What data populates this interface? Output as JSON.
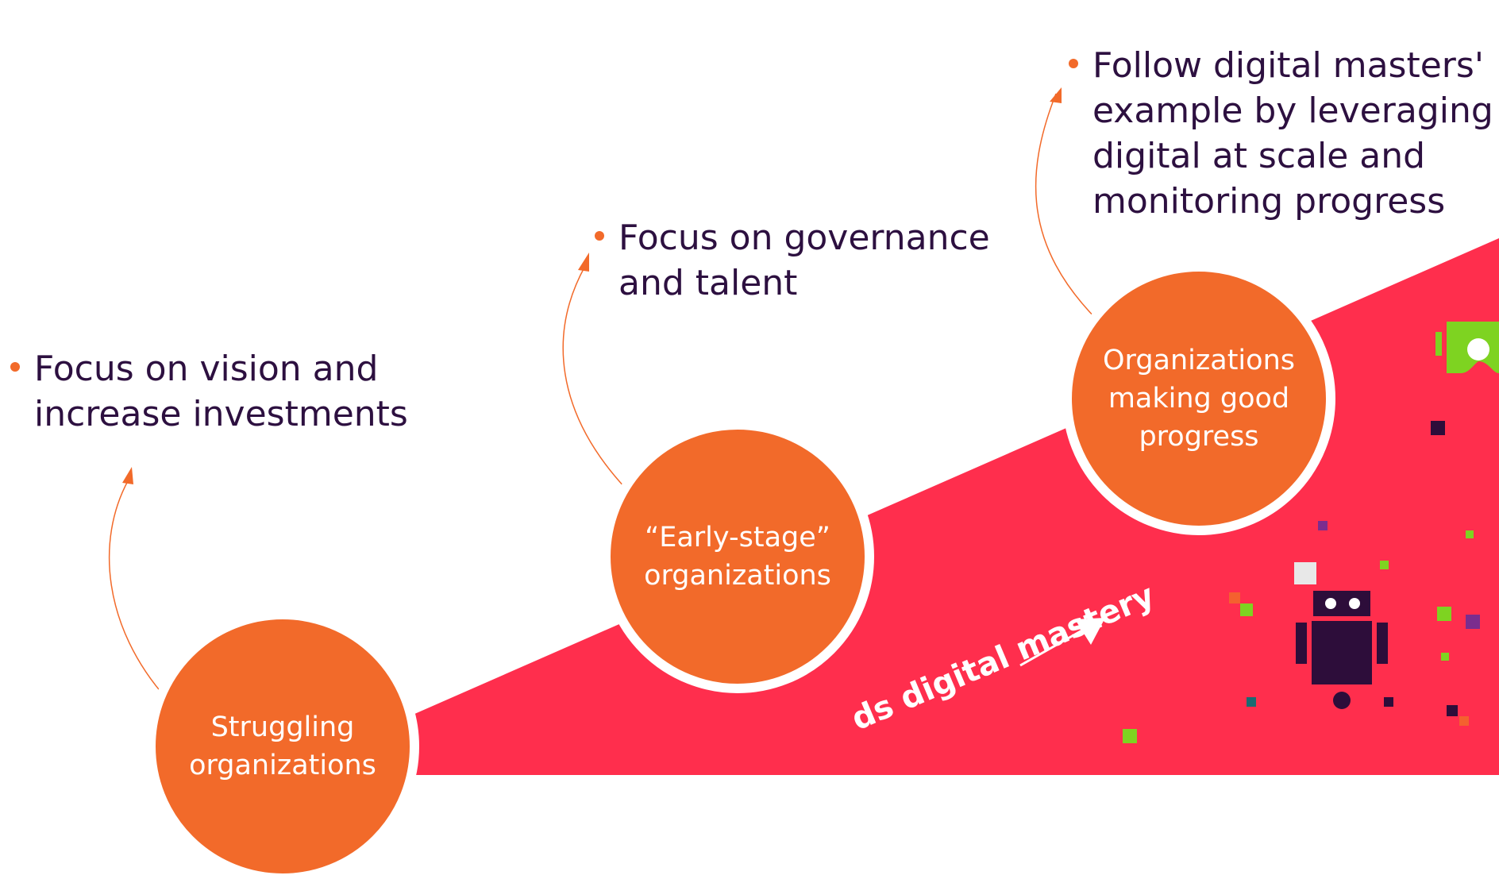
{
  "stages": [
    {
      "label_lines": [
        "Struggling",
        "organizations"
      ],
      "action_lines": [
        "Focus on vision and",
        "increase investments"
      ]
    },
    {
      "label_lines": [
        "“Early-stage”",
        "organizations"
      ],
      "action_lines": [
        "Focus on governance",
        "and talent"
      ]
    },
    {
      "label_lines": [
        "Organizations",
        "making good",
        "progress"
      ],
      "action_lines": [
        "Follow digital masters'",
        "example by leveraging",
        "digital at scale and",
        "monitoring progress"
      ]
    }
  ],
  "ramp_text": "ds digital mastery",
  "colors": {
    "ramp": "#ff2e4d",
    "circle": "#f26a2a",
    "text_dark": "#2d1040",
    "arrow": "#f26a2a",
    "accent_green": "#7ed321",
    "accent_purple": "#7b2d8e",
    "accent_teal": "#1a6b72",
    "robot": "#2d0d3a"
  },
  "icons": [
    "vr-headset-icon",
    "robot-icon"
  ]
}
